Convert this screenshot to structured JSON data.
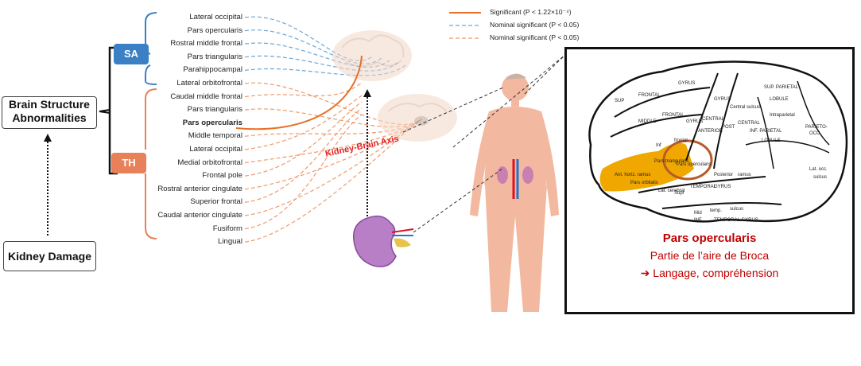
{
  "boxes": {
    "brain": "Brain Structure Abnormalities",
    "brain_l1": "Brain Structure",
    "brain_l2": "Abnormalities",
    "kidney": "Kidney Damage"
  },
  "badges": {
    "sa": "SA",
    "th": "TH"
  },
  "labels": [
    {
      "text": "Lateral occipital",
      "group": "SA",
      "style": "nominal"
    },
    {
      "text": "Pars opercularis",
      "group": "SA",
      "style": "nominal"
    },
    {
      "text": "Rostral middle frontal",
      "group": "SA",
      "style": "nominal"
    },
    {
      "text": "Pars triangularis",
      "group": "SA",
      "style": "nominal"
    },
    {
      "text": "Parahippocampal",
      "group": "SA",
      "style": "nominal"
    },
    {
      "text": "Lateral orbitofrontal",
      "group": "TH",
      "style": "nominal"
    },
    {
      "text": "Caudal middle frontal",
      "group": "TH",
      "style": "nominal"
    },
    {
      "text": "Pars triangularis",
      "group": "TH",
      "style": "nominal"
    },
    {
      "text": "Pars opercularis",
      "group": "TH",
      "style": "significant"
    },
    {
      "text": "Middle temporal",
      "group": "TH",
      "style": "nominal"
    },
    {
      "text": "Lateral occipital",
      "group": "TH",
      "style": "nominal"
    },
    {
      "text": "Medial orbitofrontal",
      "group": "TH",
      "style": "nominal"
    },
    {
      "text": "Frontal pole",
      "group": "TH",
      "style": "nominal"
    },
    {
      "text": "Rostral anterior cingulate",
      "group": "TH",
      "style": "nominal"
    },
    {
      "text": "Superior frontal",
      "group": "TH",
      "style": "nominal"
    },
    {
      "text": "Caudal anterior cingulate",
      "group": "TH",
      "style": "nominal"
    },
    {
      "text": "Fusiform",
      "group": "TH",
      "style": "nominal"
    },
    {
      "text": "Lingual",
      "group": "TH",
      "style": "nominal"
    }
  ],
  "legend": {
    "significant": "Significant (P < 1.22×10⁻⁴)",
    "nominal_blue": "Nominal significant (P < 0.05)",
    "nominal_orange": "Nominal significant (P <  0.05)"
  },
  "axis_label": "Kidney-Brain Axis",
  "panel": {
    "title": "Pars opercularis",
    "line2": "Partie de l’aire de Broca",
    "line3": "➔ Langage, compréhension"
  },
  "brain_labels": [
    "SUP",
    "FRONTAL",
    "GYRUS",
    "MIDDLE",
    "FRONTAL",
    "GYRUS",
    "Inf",
    "frontal",
    "ANTERIOR",
    "CENTRAL",
    "GYRUS",
    "POST",
    "CENTRAL",
    "SUP. PARIETAL",
    "LOBULE",
    "INF. PARIETAL",
    "LOBULE",
    "PARIETO-",
    "OCC.",
    "Pars triangularis",
    "Pars opercularis",
    "Pars orbitalis",
    "Lat. cerebral",
    "Supr",
    "TEMPORAL",
    "GYRUS",
    "Posterior",
    "ramus",
    "Mid",
    "temp.",
    "sulcus",
    "INF",
    "TEMPORAL GYRUS",
    "Lat. occ.",
    "sulcus",
    "Ant. horiz. ramus",
    "Intraparietal",
    "Central sulcus"
  ],
  "colors": {
    "sa": "#3b7fc4",
    "th": "#e8805a",
    "significant": "#e8702a",
    "nominal_blue": "#6aa6d8",
    "nominal_orange": "#ef9a6a",
    "highlight": "#f0a800",
    "panel_text": "#c00000"
  }
}
